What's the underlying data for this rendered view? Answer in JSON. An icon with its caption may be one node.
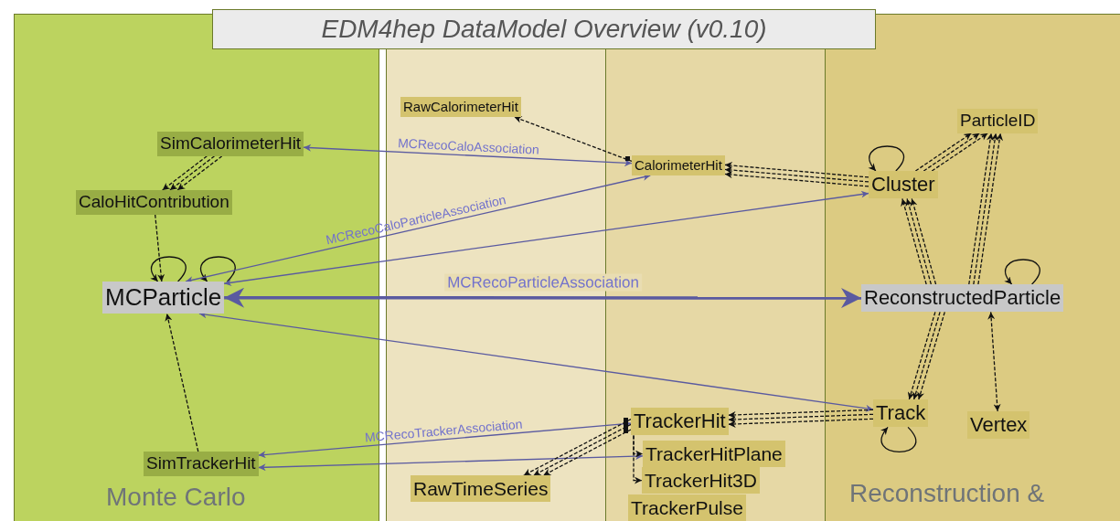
{
  "diagram": {
    "title": "EDM4hep DataModel Overview (v0.10)",
    "nodes": [
      {
        "text": [
          "Monte Carlo"
        ]
      },
      {
        "text": [
          "SimCalorimeterHit"
        ],
        "in": 0
      },
      {
        "text": [
          "CaloHitContribution"
        ],
        "in": 0
      },
      {
        "text": [
          "MCParticle"
        ],
        "in": 0
      },
      {
        "text": [
          "SimTrackerHit"
        ],
        "in": 0
      },
      {
        "text": [
          "RawCalorimeterHit"
        ]
      },
      {
        "text": [
          "CalorimeterHit"
        ]
      },
      {
        "text": [
          "RawTimeSeries"
        ]
      },
      {
        "text": [
          "TrackerHit"
        ]
      },
      {
        "text": [
          "TrackerHitPlane"
        ]
      },
      {
        "text": [
          "TrackerHit3D"
        ]
      },
      {
        "text": [
          "TrackerPulse"
        ]
      },
      {
        "text": [
          "Reconstruction &"
        ]
      },
      {
        "text": [
          "ParticleID"
        ],
        "in": 12
      },
      {
        "text": [
          "Cluster"
        ],
        "in": 12
      },
      {
        "text": [
          "ReconstructedParticle"
        ],
        "in": 12
      },
      {
        "text": [
          "Track"
        ],
        "in": 12
      },
      {
        "text": [
          "Vertex"
        ],
        "in": 12
      }
    ],
    "edges": [
      {
        "from": 1,
        "to": 2,
        "arrow": "to",
        "style": "dashed"
      },
      {
        "from": 1,
        "to": 2,
        "arrow": "to",
        "style": "dashed"
      },
      {
        "from": 1,
        "to": 2,
        "arrow": "to",
        "style": "dashed"
      },
      {
        "from": 2,
        "to": 3,
        "arrow": "to",
        "style": "dashed"
      },
      {
        "from": 3,
        "to": 3,
        "arrow": "to"
      },
      {
        "from": 3,
        "to": 3,
        "arrow": "to"
      },
      {
        "from": 4,
        "to": 3,
        "arrow": "to",
        "style": "dashed"
      },
      {
        "from": 6,
        "to": 5,
        "arrow": "to",
        "style": "dashed"
      },
      {
        "from": 1,
        "to": 6,
        "arrow": "both",
        "label": "MCRecoCaloAssociation",
        "color": "#5a5aa0"
      },
      {
        "from": 3,
        "to": 6,
        "arrow": "both",
        "label": "MCRecoCaloParticleAssociation",
        "color": "#5a5aa0"
      },
      {
        "from": 3,
        "to": 14,
        "arrow": "both",
        "color": "#5a5aa0"
      },
      {
        "from": 3,
        "to": 15,
        "arrow": "both",
        "label": "MCRecoParticleAssociation",
        "color": "#5a5aa0",
        "style": "thick"
      },
      {
        "from": 3,
        "to": 16,
        "arrow": "both",
        "color": "#5a5aa0"
      },
      {
        "from": 4,
        "to": 8,
        "arrow": "both",
        "label": "MCRecoTrackerAssociation",
        "color": "#5a5aa0"
      },
      {
        "from": 4,
        "to": 9,
        "arrow": "both",
        "color": "#5a5aa0"
      },
      {
        "from": 14,
        "to": 6,
        "arrow": "to",
        "style": "dashed"
      },
      {
        "from": 14,
        "to": 6,
        "arrow": "to",
        "style": "dashed"
      },
      {
        "from": 14,
        "to": 6,
        "arrow": "to",
        "style": "dashed"
      },
      {
        "from": 14,
        "to": 13,
        "arrow": "to",
        "style": "dashed"
      },
      {
        "from": 14,
        "to": 13,
        "arrow": "to",
        "style": "dashed"
      },
      {
        "from": 14,
        "to": 13,
        "arrow": "to",
        "style": "dashed"
      },
      {
        "from": 14,
        "to": 14,
        "arrow": "to"
      },
      {
        "from": 15,
        "to": 14,
        "arrow": "to",
        "style": "dashed"
      },
      {
        "from": 15,
        "to": 14,
        "arrow": "to",
        "style": "dashed"
      },
      {
        "from": 15,
        "to": 14,
        "arrow": "to",
        "style": "dashed"
      },
      {
        "from": 15,
        "to": 13,
        "arrow": "to",
        "style": "dashed"
      },
      {
        "from": 15,
        "to": 13,
        "arrow": "to",
        "style": "dashed"
      },
      {
        "from": 15,
        "to": 13,
        "arrow": "to",
        "style": "dashed"
      },
      {
        "from": 15,
        "to": 15,
        "arrow": "to"
      },
      {
        "from": 15,
        "to": 16,
        "arrow": "to",
        "style": "dashed"
      },
      {
        "from": 15,
        "to": 16,
        "arrow": "to",
        "style": "dashed"
      },
      {
        "from": 15,
        "to": 16,
        "arrow": "to",
        "style": "dashed"
      },
      {
        "from": 15,
        "to": 17,
        "arrow": "both",
        "style": "dashed"
      },
      {
        "from": 16,
        "to": 8,
        "arrow": "to",
        "style": "dashed"
      },
      {
        "from": 16,
        "to": 8,
        "arrow": "to",
        "style": "dashed"
      },
      {
        "from": 16,
        "to": 8,
        "arrow": "to",
        "style": "dashed"
      },
      {
        "from": 16,
        "to": 16,
        "arrow": "to"
      },
      {
        "from": 8,
        "to": 7,
        "arrow": "to",
        "style": "dashed"
      },
      {
        "from": 8,
        "to": 7,
        "arrow": "to",
        "style": "dashed"
      },
      {
        "from": 8,
        "to": 7,
        "arrow": "to",
        "style": "dashed"
      },
      {
        "from": 8,
        "to": 9,
        "arrow": "to",
        "style": "dashed"
      },
      {
        "from": 8,
        "to": 10,
        "arrow": "to",
        "style": "dashed"
      }
    ]
  }
}
